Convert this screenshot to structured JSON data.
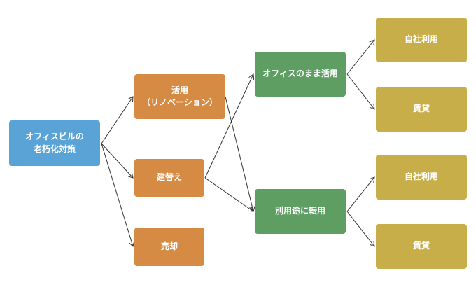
{
  "colors": {
    "root": "#5aa3d6",
    "option": "#d68b45",
    "method": "#5e9e63",
    "outcome": "#c8ae48",
    "arrow": "#333333"
  },
  "root": {
    "label": "オフィスビルの\n老朽化対策"
  },
  "options": [
    {
      "id": "katsuyo",
      "label": "活用\n（リノベーション）"
    },
    {
      "id": "tatekae",
      "label": "建替え"
    },
    {
      "id": "baikyaku",
      "label": "売却"
    }
  ],
  "methods": [
    {
      "id": "mama",
      "label": "オフィスのまま活用"
    },
    {
      "id": "tenyo",
      "label": "別用途に転用"
    }
  ],
  "outcomes": [
    {
      "label": "自社利用"
    },
    {
      "label": "賃貸"
    },
    {
      "label": "自社利用"
    },
    {
      "label": "賃貸"
    }
  ]
}
